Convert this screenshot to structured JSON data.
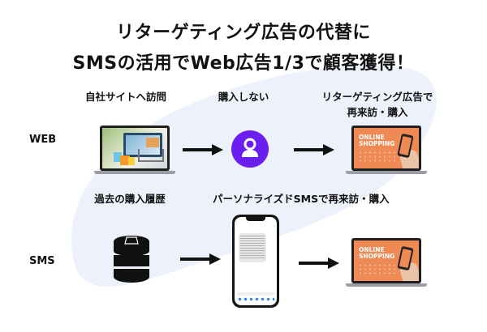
{
  "title": {
    "line1": "リターゲティング広告の代替に",
    "line2": "SMSの活用でWeb広告1/3で顧客獲得！"
  },
  "colors": {
    "background": "#ffffff",
    "blob": "#edf1fb",
    "avatar": "#6a1ef0",
    "arrow": "#111111",
    "shopping_screen": "#ef8a55"
  },
  "web_row": {
    "row_label": "WEB",
    "steps": [
      {
        "label": "自社サイトへ訪問",
        "icon": "laptop-shopping-photo-icon"
      },
      {
        "label": "購入しない",
        "icon": "user-avatar-icon"
      },
      {
        "label_line1": "リターゲティング広告で",
        "label_line2": "再来訪・購入",
        "icon": "laptop-online-shopping-icon",
        "screen_text_line1": "ONLINE",
        "screen_text_line2": "SHOPPING"
      }
    ]
  },
  "sms_row": {
    "row_label": "SMS",
    "steps": [
      {
        "label": "過去の購入履歴",
        "icon": "database-icon"
      },
      {
        "label": "パーソナライズドSMSで再来訪・購入",
        "icon": "smartphone-sms-icon"
      },
      {
        "label": "",
        "icon": "laptop-online-shopping-icon",
        "screen_text_line1": "ONLINE",
        "screen_text_line2": "SHOPPING"
      }
    ]
  }
}
